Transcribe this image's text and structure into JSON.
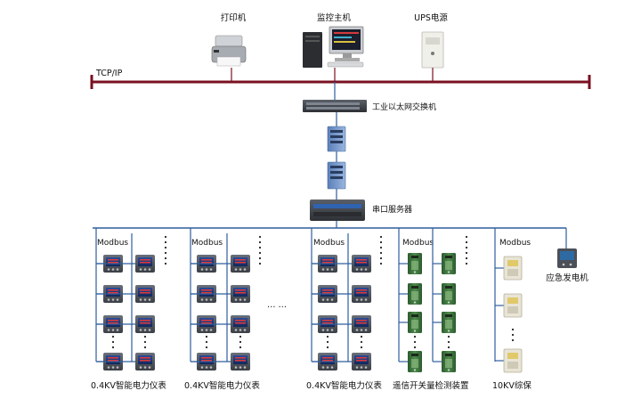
{
  "top_devices": {
    "printer": "打印机",
    "monitor_host": "监控主机",
    "ups": "UPS电源"
  },
  "network": {
    "protocol": "TCP/IP",
    "industrial_switch": "工业以太网交换机",
    "serial_server": "串口服务器"
  },
  "groups": [
    {
      "bus": "Modbus",
      "name": "0.4KV智能电力仪表"
    },
    {
      "bus": "Modbus",
      "name": "0.4KV智能电力仪表"
    },
    {
      "bus": "Modbus",
      "name": "0.4KV智能电力仪表"
    },
    {
      "bus": "Modbus",
      "name": "遥信开关量检测装置"
    },
    {
      "bus": "Modbus",
      "name": "10KV综保"
    }
  ],
  "generator": "应急发电机",
  "ellipsis": "… …",
  "colors": {
    "bus_line": "#2f5f9e",
    "tcp_line": "#7a1020",
    "meter_screen": "#1e3a7a"
  }
}
